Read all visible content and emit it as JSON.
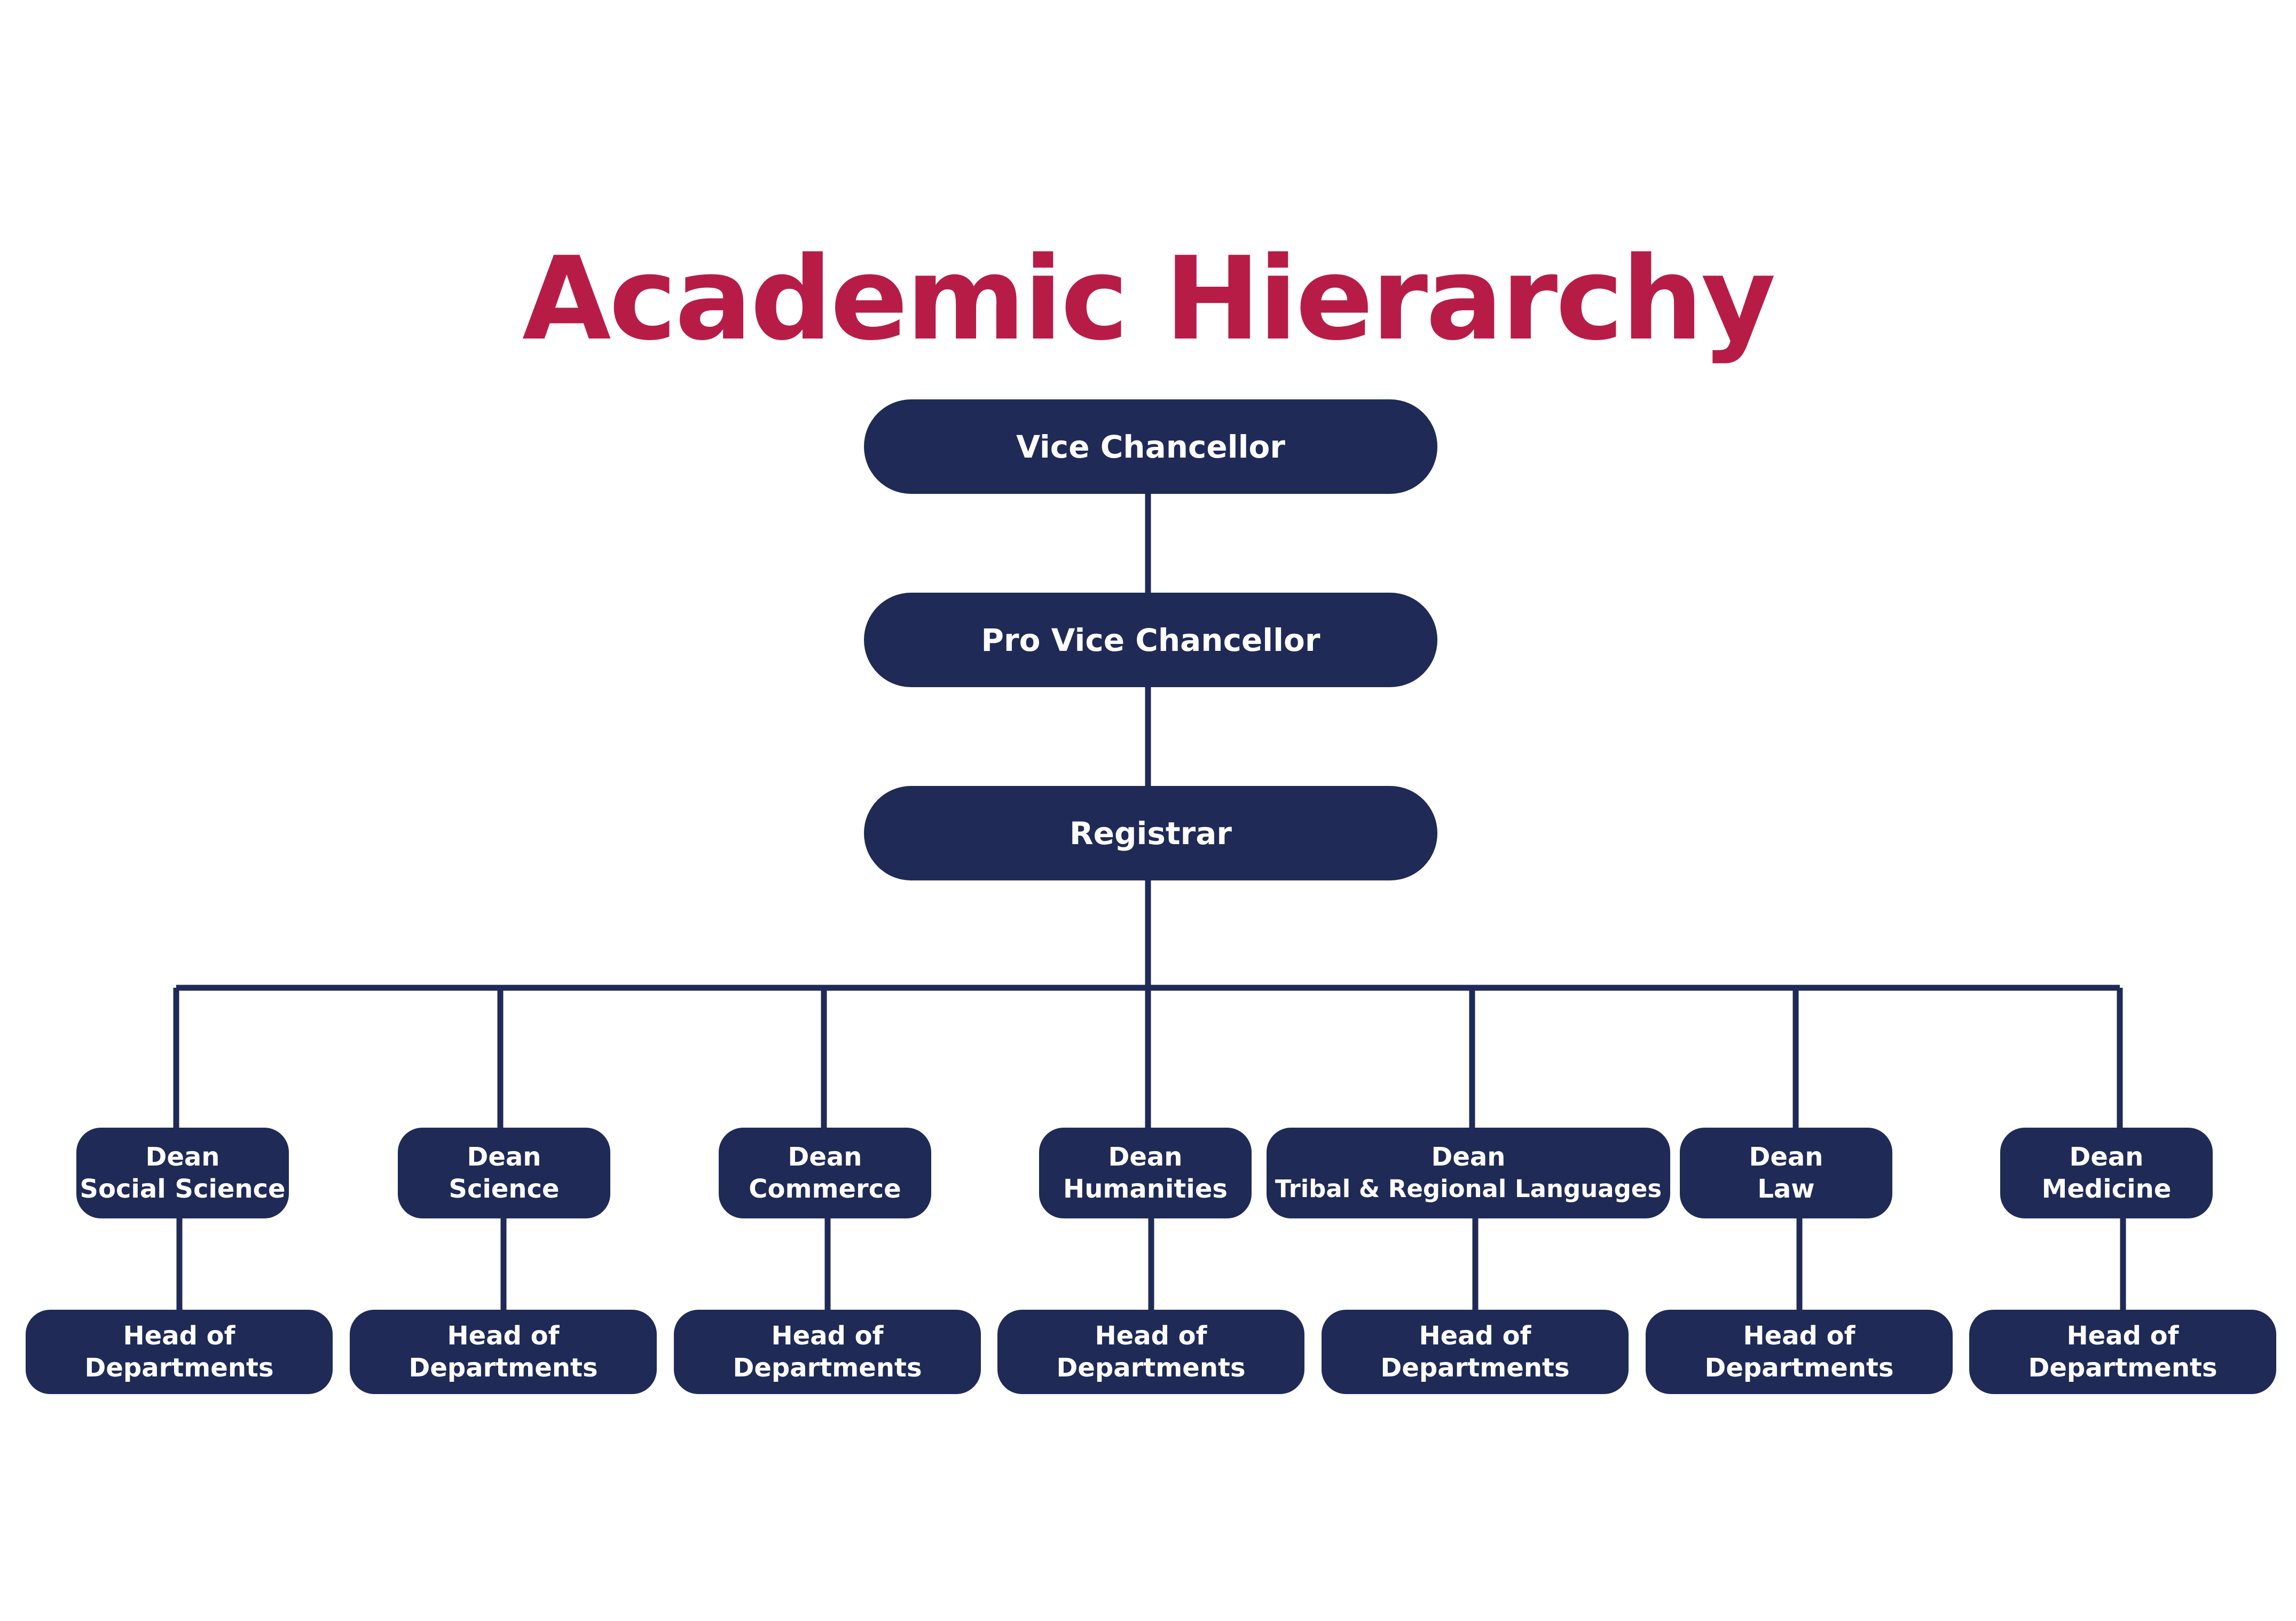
{
  "title": "Academic Hierarchy",
  "colors": {
    "title": "#b71c47",
    "node_fill": "#1f2a56",
    "node_text": "#ffffff",
    "connector": "#1f2a56"
  },
  "top_chain": [
    {
      "label": "Vice Chancellor"
    },
    {
      "label": "Pro Vice Chancellor"
    },
    {
      "label": "Registrar"
    }
  ],
  "deans": [
    {
      "line1": "Dean",
      "line2": "Social Science"
    },
    {
      "line1": "Dean",
      "line2": "Science"
    },
    {
      "line1": "Dean",
      "line2": "Commerce"
    },
    {
      "line1": "Dean",
      "line2": "Humanities"
    },
    {
      "line1": "Dean",
      "line2": "Tribal & Regional Languages"
    },
    {
      "line1": "Dean",
      "line2": "Law"
    },
    {
      "line1": "Dean",
      "line2": "Medicine"
    }
  ],
  "heads": [
    {
      "line1": "Head of",
      "line2": "Departments"
    },
    {
      "line1": "Head of",
      "line2": "Departments"
    },
    {
      "line1": "Head of",
      "line2": "Departments"
    },
    {
      "line1": "Head of",
      "line2": "Departments"
    },
    {
      "line1": "Head of",
      "line2": "Departments"
    },
    {
      "line1": "Head of",
      "line2": "Departments"
    },
    {
      "line1": "Head of",
      "line2": "Departments"
    }
  ]
}
